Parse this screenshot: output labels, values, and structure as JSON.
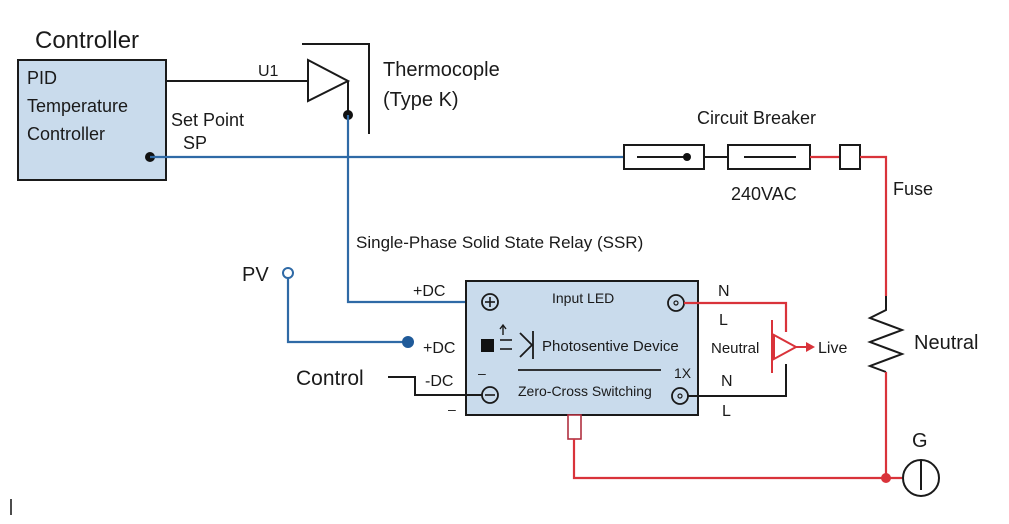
{
  "title": "Controller",
  "controller": {
    "lines": [
      "PID",
      "Temperature",
      "Controller"
    ],
    "setpoint_label": [
      "Set Point",
      "SP"
    ],
    "output_label": "U1"
  },
  "thermocouple": {
    "lines": [
      "Thermocople",
      "(Type K)"
    ]
  },
  "breaker": {
    "title": "Circuit Breaker",
    "voltage": "240VAC",
    "fuse_label": "Fuse"
  },
  "ssr": {
    "title": "Single-Phase Solid State Relay (SSR)",
    "input_led": "Input LED",
    "photo_device": "Photosentive Device",
    "zero_cross": "Zero-Cross Switching",
    "multiplier": "1X",
    "plus_dc_top": "+DC",
    "plus_dc_mid": "+DC",
    "minus_dc": "-DC",
    "minus_sign_inner": "–",
    "minus_sign_outer": "–"
  },
  "inputs": {
    "pv": "PV",
    "control": "Control"
  },
  "load": {
    "n_top": "N",
    "l_top": "L",
    "neutral_left": "Neutral",
    "live": "Live",
    "n_bottom": "N",
    "l_bottom": "L",
    "neutral_right": "Neutral"
  },
  "ground": {
    "label": "G"
  },
  "colors": {
    "signal_wire": "#2f6aa6",
    "power_wire": "#d9333a",
    "box_fill": "#c9dbec"
  }
}
